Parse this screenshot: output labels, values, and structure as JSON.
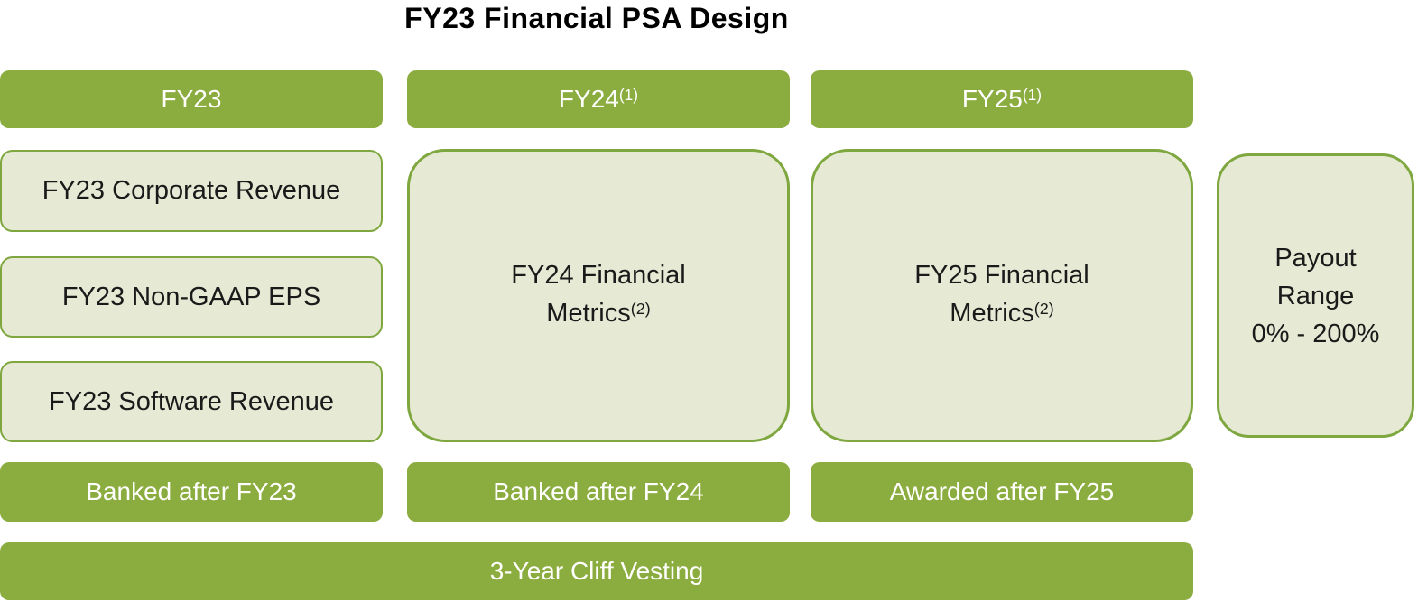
{
  "title": "FY23 Financial PSA Design",
  "colors": {
    "green": "#8BAC3E",
    "light-fill": "#E6E9D3",
    "border-green": "#7FA73F",
    "text-dark": "#1a1a1a",
    "text-light": "#ffffff"
  },
  "columns": [
    {
      "header": "FY23",
      "header_sup": "",
      "items": [
        "FY23 Corporate Revenue",
        "FY23 Non-GAAP EPS",
        "FY23 Software Revenue"
      ],
      "footer": "Banked after FY23"
    },
    {
      "header": "FY24",
      "header_sup": "(1)",
      "body_line1": "FY24 Financial",
      "body_line2": "Metrics",
      "body_sup": "(2)",
      "footer": "Banked after FY24"
    },
    {
      "header": "FY25",
      "header_sup": "(1)",
      "body_line1": "FY25 Financial",
      "body_line2": "Metrics",
      "body_sup": "(2)",
      "footer": "Awarded after FY25"
    }
  ],
  "payout": {
    "lines": [
      "Payout",
      "Range",
      "0% - 200%"
    ]
  },
  "vesting": "3-Year Cliff Vesting"
}
